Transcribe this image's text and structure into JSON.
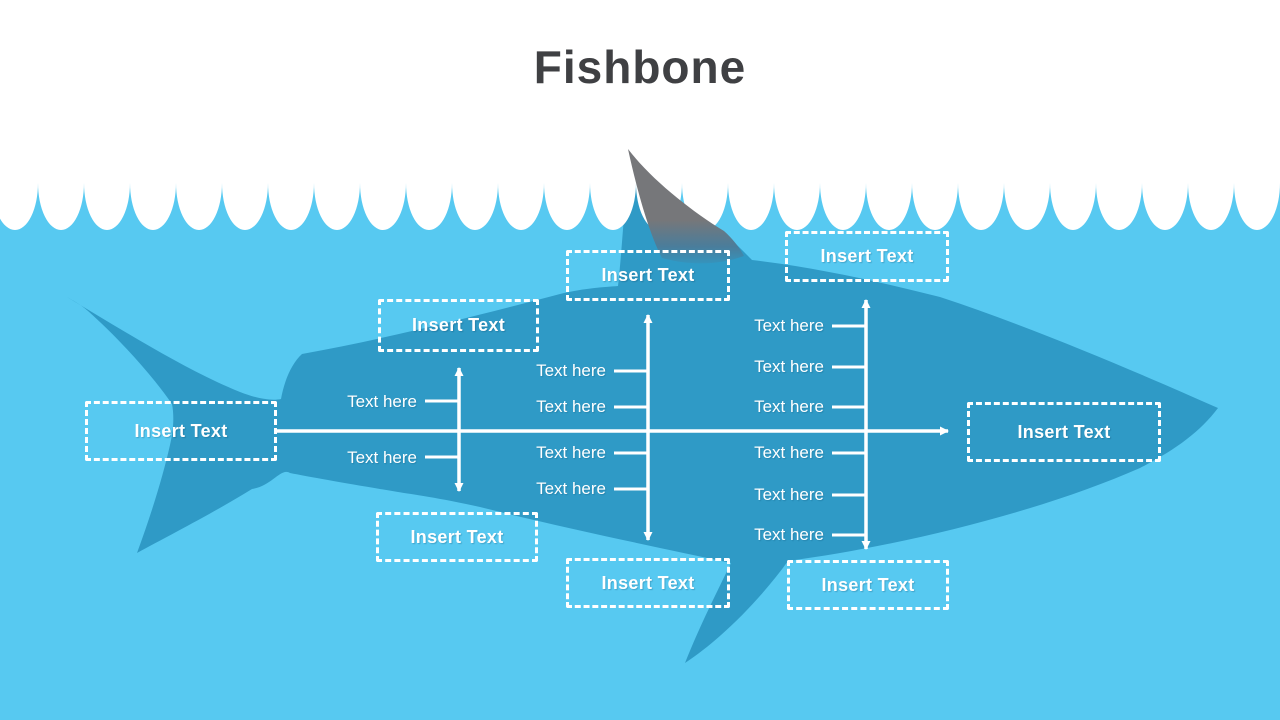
{
  "slide": {
    "title": "Fishbone"
  },
  "colors": {
    "water": "#57C9F1",
    "shark_body": "#2F9AC6",
    "fin_gray": "#76777A",
    "title_text": "#3F4043",
    "line_white": "#FFFFFF"
  },
  "icons": {
    "shark": "shark-silhouette",
    "fin": "shark-dorsal-fin",
    "waves": "scalloped-wave-edge"
  },
  "diagram": {
    "tail_box": {
      "label": "Insert Text"
    },
    "head_box": {
      "label": "Insert Text"
    },
    "branches": [
      {
        "position": "left",
        "top_box": {
          "label": "Insert Text"
        },
        "bottom_box": {
          "label": "Insert Text"
        },
        "causes_above": [
          {
            "label": "Text here"
          }
        ],
        "causes_below": [
          {
            "label": "Text here"
          }
        ]
      },
      {
        "position": "middle",
        "top_box": {
          "label": "Insert Text"
        },
        "bottom_box": {
          "label": "Insert Text"
        },
        "causes_above": [
          {
            "label": "Text here"
          },
          {
            "label": "Text here"
          }
        ],
        "causes_below": [
          {
            "label": "Text here"
          },
          {
            "label": "Text here"
          }
        ]
      },
      {
        "position": "right",
        "top_box": {
          "label": "Insert Text"
        },
        "bottom_box": {
          "label": "Insert Text"
        },
        "causes_above": [
          {
            "label": "Text here"
          },
          {
            "label": "Text here"
          },
          {
            "label": "Text here"
          }
        ],
        "causes_below": [
          {
            "label": "Text here"
          },
          {
            "label": "Text here"
          },
          {
            "label": "Text here"
          }
        ]
      }
    ]
  }
}
